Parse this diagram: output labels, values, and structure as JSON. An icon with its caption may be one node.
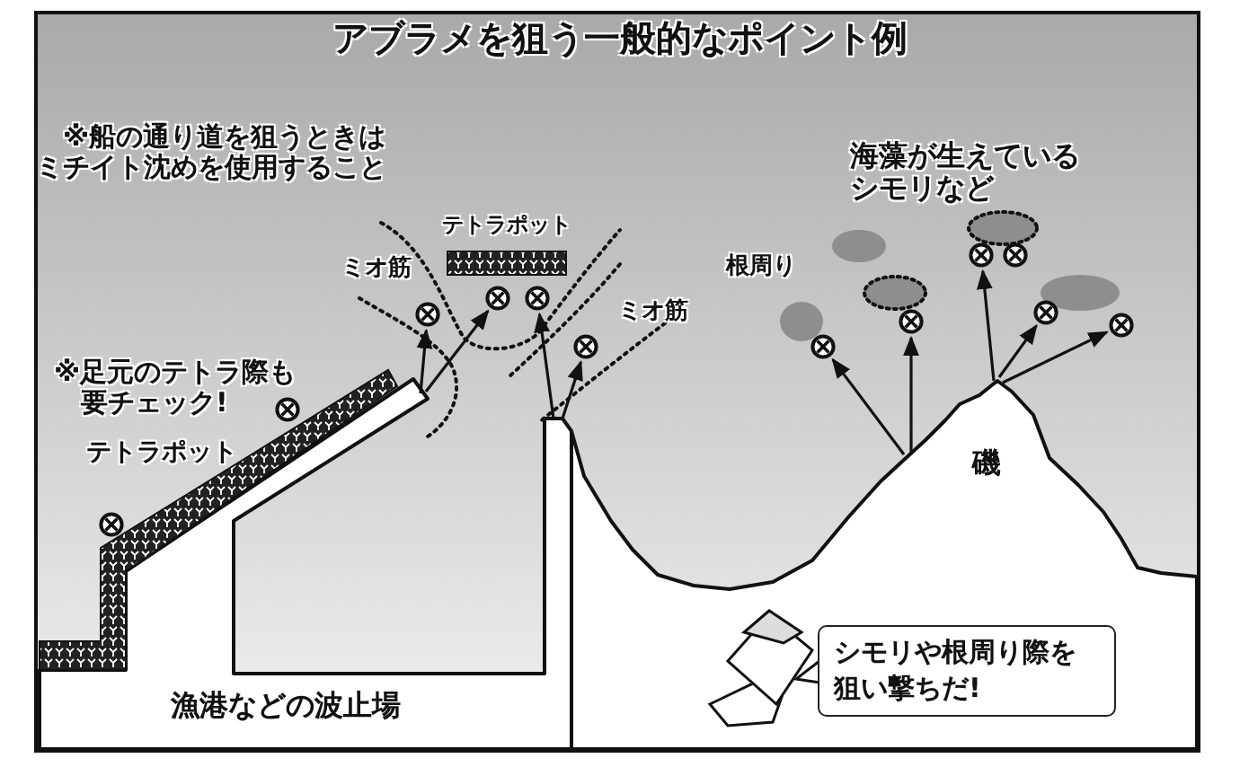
{
  "diagram": {
    "title": "アブラメを狙う一般的なポイント例",
    "nodes": [
      {
        "text": [],
        "shape": "circle"
      },
      {
        "text": [],
        "shape": "circle"
      },
      {
        "text": [],
        "shape": "circle"
      },
      {
        "text": [],
        "shape": "circle"
      },
      {
        "text": [],
        "shape": "circle"
      },
      {
        "text": [],
        "shape": "circle"
      },
      {
        "text": [],
        "shape": "circle"
      },
      {
        "text": [],
        "shape": "circle"
      },
      {
        "text": [],
        "shape": "circle"
      },
      {
        "text": [],
        "shape": "circle"
      },
      {
        "text": [],
        "shape": "circle"
      },
      {
        "text": [],
        "shape": "circle"
      },
      {
        "text": [
          "シモリや根周り際を狙い撃ちだ!"
        ]
      }
    ],
    "edges": [
      {
        "from": null,
        "to": 5,
        "arrow": "to"
      },
      {
        "from": null,
        "to": 2,
        "arrow": "to"
      },
      {
        "from": null,
        "to": 3,
        "arrow": "to"
      },
      {
        "from": null,
        "to": 9,
        "arrow": "to"
      },
      {
        "from": null,
        "to": 8,
        "arrow": "to"
      },
      {
        "from": null,
        "to": 6,
        "arrow": "to"
      },
      {
        "from": null,
        "to": 0,
        "arrow": "to"
      },
      {
        "from": null,
        "to": 4,
        "arrow": "to"
      },
      {
        "from": null,
        "to": 7,
        "arrow": "to"
      }
    ],
    "labels": [
      "※船の通り道を狙うときはミチイト沈めを使用すること",
      "海藻が生えているシモリなど",
      "テトラポット",
      "ミオ筋",
      "根周り",
      "ミオ筋",
      "※足元のテトラ際も要チェック!",
      "テトラポット",
      "磯",
      "漁港などの波止場"
    ]
  }
}
